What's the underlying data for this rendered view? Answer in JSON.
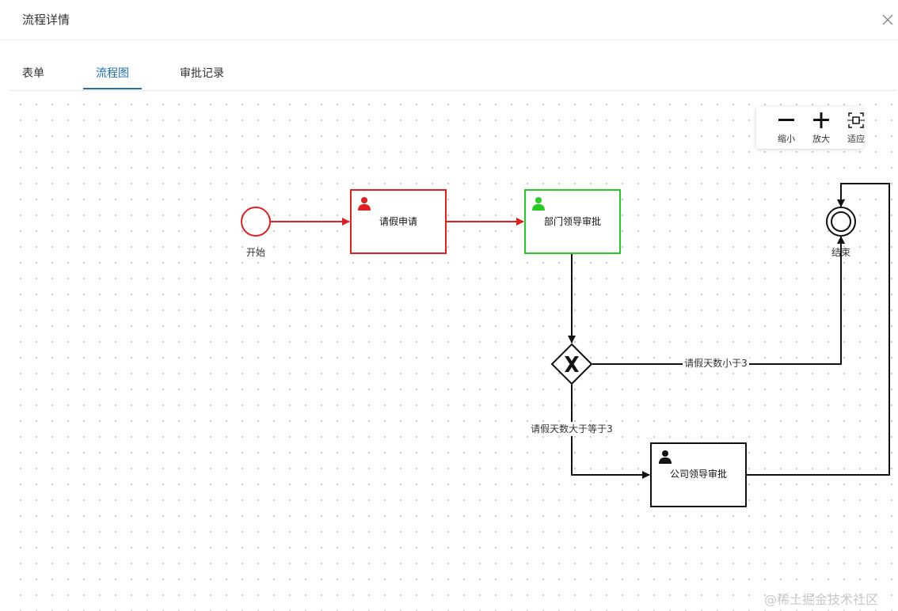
{
  "dialog": {
    "title": "流程详情",
    "close_icon": "close-icon"
  },
  "tabs": [
    {
      "label": "表单",
      "active": false
    },
    {
      "label": "流程图",
      "active": true
    },
    {
      "label": "审批记录",
      "active": false
    }
  ],
  "zoom": {
    "zoom_out": {
      "label": "缩小",
      "icon": "minus-icon"
    },
    "zoom_in": {
      "label": "放大",
      "icon": "plus-icon"
    },
    "fit": {
      "label": "适应",
      "icon": "fit-screen-icon"
    }
  },
  "flow": {
    "start_event": {
      "label": "开始",
      "color": "#e02020"
    },
    "task_apply": {
      "label": "请假申请",
      "color": "#e02020",
      "icon": "user-icon"
    },
    "task_dept": {
      "label": "部门领导审批",
      "color": "#22cc22",
      "icon": "user-icon"
    },
    "gateway": {
      "icon": "exclusive-gateway-x-icon"
    },
    "end_event": {
      "label": "结束"
    },
    "task_company": {
      "label": "公司领导审批",
      "color": "#111111",
      "icon": "user-icon"
    },
    "flow_less": {
      "label": "请假天数小于3"
    },
    "flow_more": {
      "label": "请假天数大于等于3"
    },
    "completed_color": "#e02020",
    "pending_color": "#111111"
  },
  "watermark": "@稀土掘金技术社区"
}
